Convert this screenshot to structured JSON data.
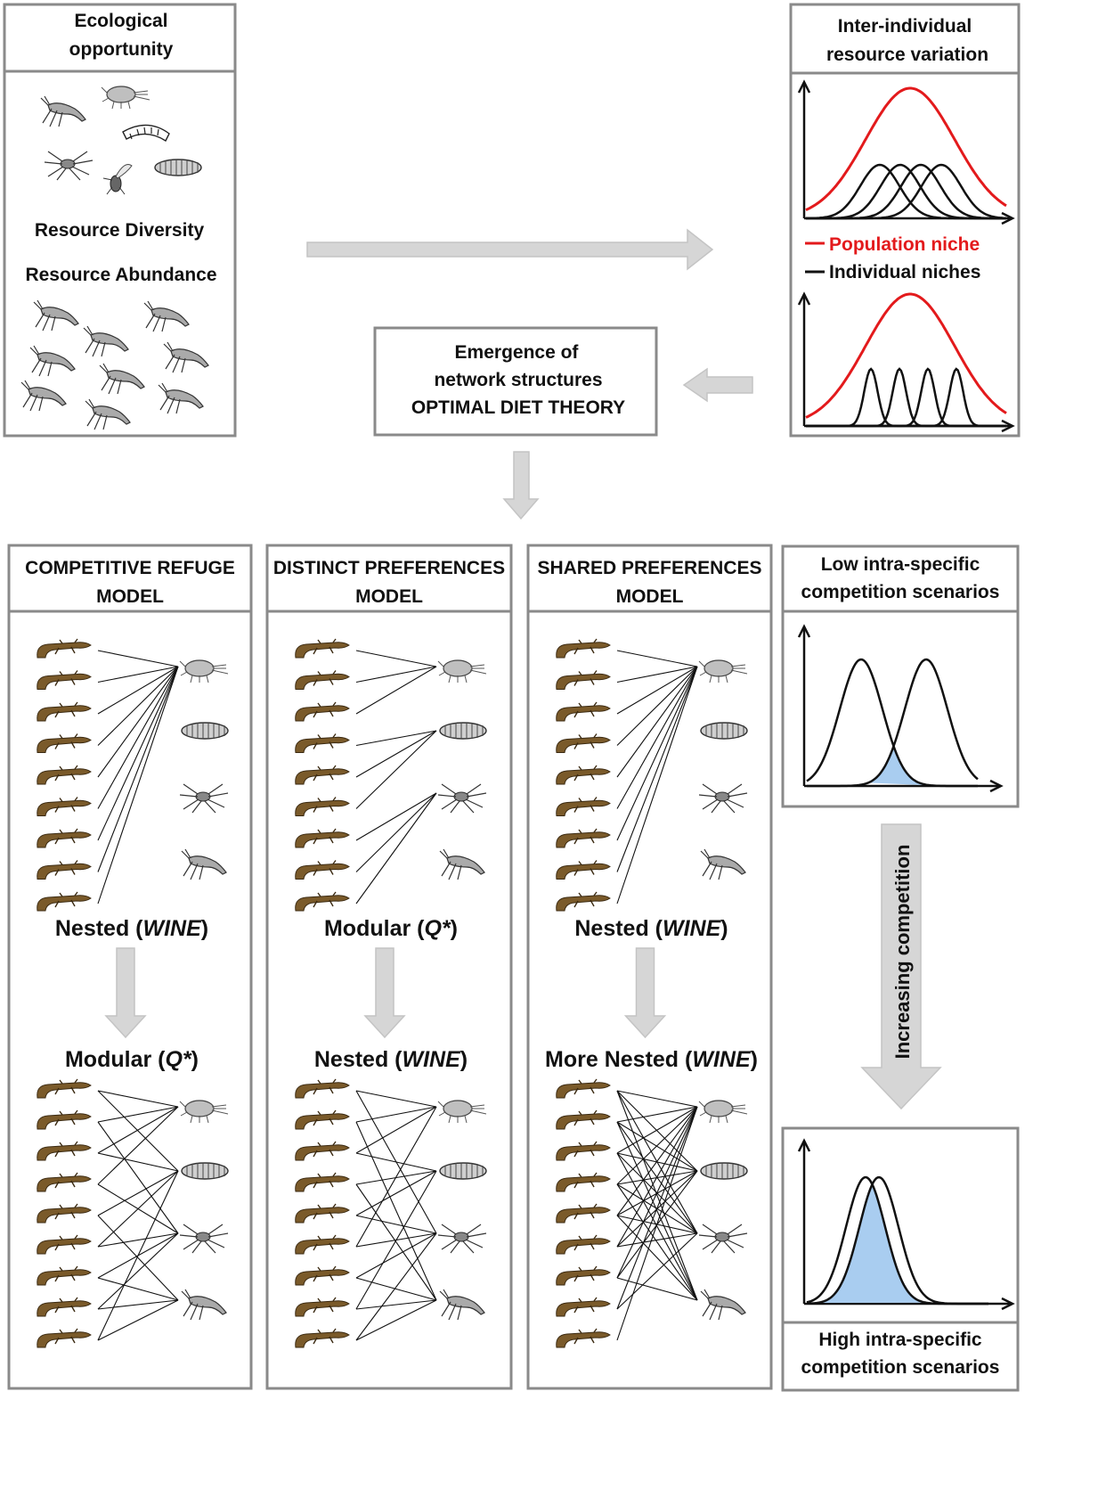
{
  "boxes": {
    "ecological_opportunity": "Ecological opportunity",
    "ecological_opportunity_lines": [
      "Ecological",
      "opportunity"
    ],
    "resource_diversity": "Resource Diversity",
    "resource_abundance": "Resource Abundance",
    "inter_individual_lines": [
      "Inter-individual",
      "resource variation"
    ],
    "legend_population": "Population niche",
    "legend_individual": "Individual niches",
    "emergence_lines": [
      "Emergence of",
      "network structures",
      "OPTIMAL DIET THEORY"
    ]
  },
  "models": [
    {
      "title_lines": [
        "COMPETITIVE REFUGE",
        "MODEL"
      ],
      "top_label": {
        "plain": "Nested (",
        "italic": "WINE",
        "end": ")"
      },
      "bottom_label": {
        "plain": "Modular (",
        "italic": "Q*",
        "end": ")"
      },
      "top_links": [
        [
          0,
          0
        ],
        [
          1,
          0
        ],
        [
          2,
          0
        ],
        [
          3,
          0
        ],
        [
          4,
          0
        ],
        [
          5,
          0
        ],
        [
          6,
          0
        ],
        [
          7,
          0
        ],
        [
          8,
          0
        ]
      ],
      "bottom_links": [
        [
          0,
          0
        ],
        [
          0,
          1
        ],
        [
          1,
          0
        ],
        [
          1,
          2
        ],
        [
          2,
          0
        ],
        [
          2,
          1
        ],
        [
          3,
          0
        ],
        [
          3,
          2
        ],
        [
          4,
          1
        ],
        [
          4,
          3
        ],
        [
          5,
          1
        ],
        [
          5,
          2
        ],
        [
          6,
          2
        ],
        [
          6,
          3
        ],
        [
          7,
          3
        ],
        [
          7,
          2
        ],
        [
          8,
          3
        ],
        [
          8,
          1
        ]
      ]
    },
    {
      "title_lines": [
        "DISTINCT PREFERENCES",
        "MODEL"
      ],
      "top_label": {
        "plain": "Modular (",
        "italic": "Q*",
        "end": ")"
      },
      "bottom_label": {
        "plain": "Nested (",
        "italic": "WINE",
        "end": ")"
      },
      "top_links": [
        [
          0,
          0
        ],
        [
          1,
          0
        ],
        [
          2,
          0
        ],
        [
          3,
          1
        ],
        [
          4,
          1
        ],
        [
          5,
          1
        ],
        [
          6,
          2
        ],
        [
          7,
          2
        ],
        [
          8,
          2
        ]
      ],
      "bottom_links": [
        [
          0,
          0
        ],
        [
          0,
          2
        ],
        [
          1,
          0
        ],
        [
          1,
          3
        ],
        [
          2,
          0
        ],
        [
          2,
          1
        ],
        [
          3,
          1
        ],
        [
          3,
          3
        ],
        [
          4,
          1
        ],
        [
          4,
          2
        ],
        [
          5,
          2
        ],
        [
          5,
          0
        ],
        [
          6,
          2
        ],
        [
          6,
          3
        ],
        [
          7,
          3
        ],
        [
          7,
          1
        ],
        [
          8,
          3
        ],
        [
          8,
          2
        ]
      ]
    },
    {
      "title_lines": [
        "SHARED PREFERENCES",
        "MODEL"
      ],
      "top_label": {
        "plain": "Nested (",
        "italic": "WINE",
        "end": ")"
      },
      "bottom_label": {
        "plain": "More Nested (",
        "italic": "WINE",
        "end": ")"
      },
      "top_links": [
        [
          0,
          0
        ],
        [
          1,
          0
        ],
        [
          2,
          0
        ],
        [
          3,
          0
        ],
        [
          4,
          0
        ],
        [
          5,
          0
        ],
        [
          6,
          0
        ],
        [
          7,
          0
        ],
        [
          8,
          0
        ]
      ],
      "bottom_links": [
        [
          0,
          0
        ],
        [
          0,
          1
        ],
        [
          0,
          2
        ],
        [
          0,
          3
        ],
        [
          1,
          0
        ],
        [
          1,
          1
        ],
        [
          1,
          2
        ],
        [
          1,
          3
        ],
        [
          2,
          0
        ],
        [
          2,
          1
        ],
        [
          2,
          2
        ],
        [
          2,
          3
        ],
        [
          3,
          0
        ],
        [
          3,
          1
        ],
        [
          3,
          2
        ],
        [
          3,
          3
        ],
        [
          4,
          0
        ],
        [
          4,
          1
        ],
        [
          4,
          2
        ],
        [
          4,
          3
        ],
        [
          5,
          0
        ],
        [
          5,
          1
        ],
        [
          5,
          2
        ],
        [
          6,
          0
        ],
        [
          6,
          1
        ],
        [
          6,
          3
        ],
        [
          7,
          0
        ],
        [
          7,
          2
        ],
        [
          8,
          0
        ]
      ]
    }
  ],
  "scenarios": {
    "low_lines": [
      "Low intra-specific",
      "competition scenarios"
    ],
    "high_lines": [
      "High intra-specific",
      "competition scenarios"
    ],
    "increasing": "Increasing competition"
  },
  "colors": {
    "population": "#e31a1c",
    "overlap": "#a9cdf0",
    "border": "#8a8a8a",
    "arrow": "#d6d6d6",
    "predator": "#7a5a2a"
  }
}
